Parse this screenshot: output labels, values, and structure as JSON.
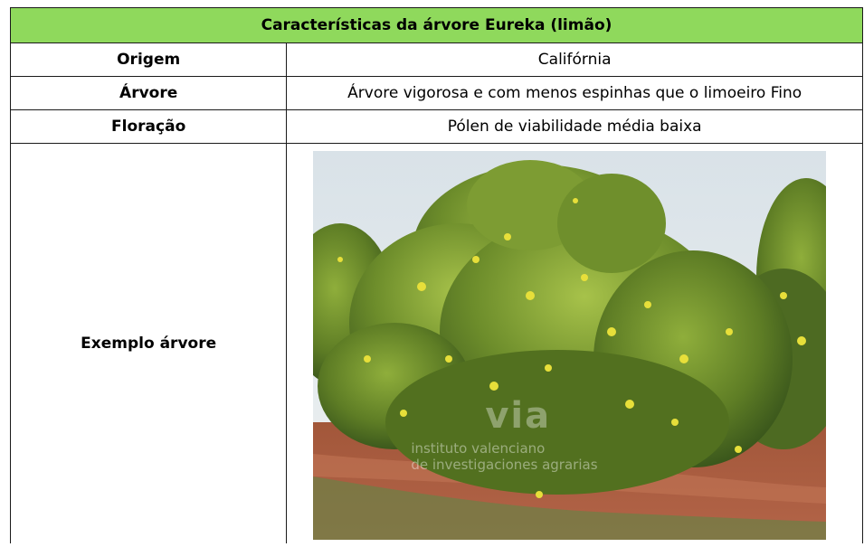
{
  "table": {
    "title": "Características da árvore Eureka (limão)",
    "header_color": "#8fd95c",
    "rows": [
      {
        "label": "Origem",
        "value": "Califórnia"
      },
      {
        "label": "Árvore",
        "value": "Árvore vigorosa e com menos espinhas que o limoeiro Fino"
      },
      {
        "label": "Floração",
        "value": "Pólen de viabilidade média baixa"
      },
      {
        "label": "Exemplo árvore",
        "value": ""
      }
    ]
  },
  "photo": {
    "subject": "lemon-tree",
    "watermark": {
      "logo": "via",
      "line1": "instituto valenciano",
      "line2": "de investigaciones agrarias"
    }
  }
}
